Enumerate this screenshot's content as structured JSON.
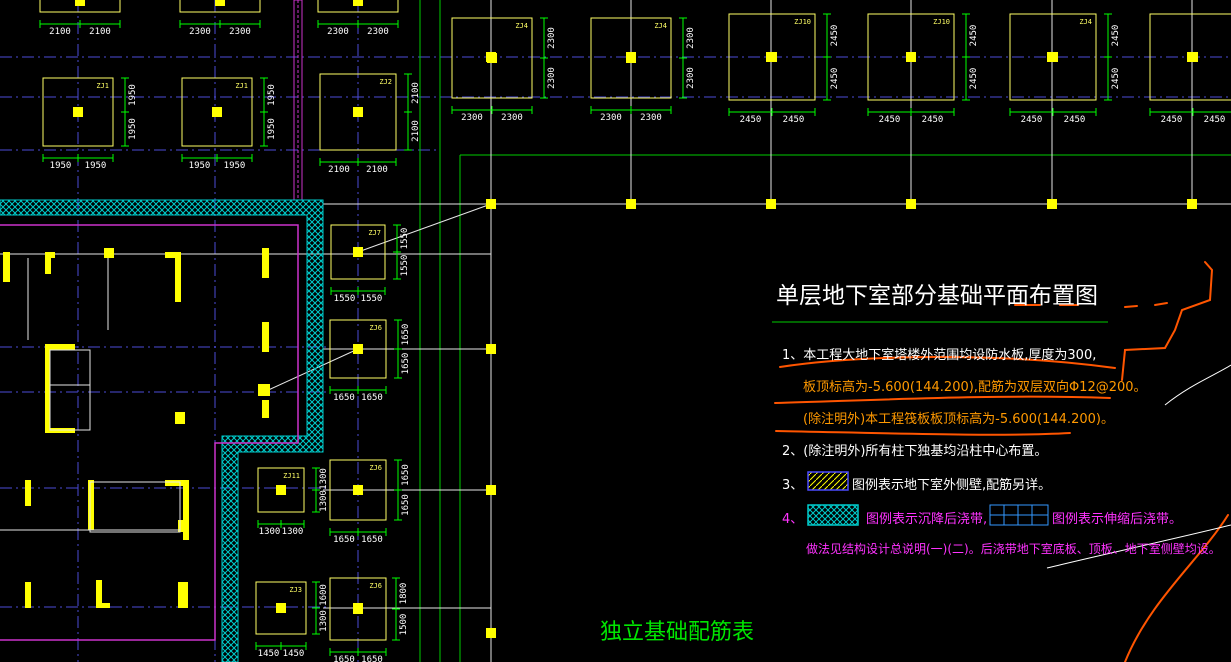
{
  "drawing": {
    "title": "单层地下室部分基础平面布置图",
    "subtitle": "独立基础配筋表",
    "notes": {
      "n1": "1、本工程大地下室塔楼外范围均设防水板,厚度为300,",
      "n1a": "板顶标高为-5.600(144.200),配筋为双层双向Φ12@200。",
      "n1b": "(除注明外)本工程筏板板顶标高为-5.600(144.200)。",
      "n2": "2、(除注明外)所有柱下独基均沿柱中心布置。",
      "n3_num": "3、",
      "n3": "图例表示地下室外侧壁,配筋另详。",
      "n4_num": "4、",
      "n4a": "图例表示沉降后浇带,",
      "n4b": "图例表示伸缩后浇带。",
      "n4c": "做法见结构设计总说明(一)(二)。后浇带地下室底板、顶板、地下室侧壁均设。"
    }
  },
  "footings": [
    {
      "id": "top-1",
      "tag": "",
      "dims": [
        "2100",
        "2100"
      ]
    },
    {
      "id": "top-2",
      "tag": "",
      "dims": [
        "2300",
        "2300"
      ]
    },
    {
      "id": "top-3",
      "tag": "",
      "dims": [
        "2300",
        "2300"
      ]
    },
    {
      "id": "ZJ1",
      "tag": "ZJ1",
      "dims": [
        "1950",
        "1950"
      ]
    },
    {
      "id": "ZJ1b",
      "tag": "ZJ1",
      "dims": [
        "1950",
        "1950"
      ]
    },
    {
      "id": "ZJ2",
      "tag": "ZJ2",
      "dims": [
        "2100",
        "2100"
      ]
    },
    {
      "id": "ZJ4a",
      "tag": "ZJ4",
      "dims": [
        "2300",
        "2300"
      ]
    },
    {
      "id": "ZJ4b",
      "tag": "ZJ4",
      "dims": [
        "2300",
        "2300"
      ]
    },
    {
      "id": "ZJ10",
      "tag": "ZJ10",
      "dims": [
        "2450",
        "2450"
      ]
    },
    {
      "id": "ZJ10b",
      "tag": "ZJ10",
      "dims": [
        "2450",
        "2450"
      ]
    },
    {
      "id": "ZJ4c",
      "tag": "ZJ4",
      "dims": [
        "2450",
        "2450"
      ]
    },
    {
      "id": "ZJ4d",
      "tag": "",
      "dims": [
        "2450",
        "2450"
      ]
    },
    {
      "id": "ZJ7",
      "tag": "ZJ7",
      "dims": [
        "1550",
        "1550"
      ]
    },
    {
      "id": "ZJ6a",
      "tag": "ZJ6",
      "dims": [
        "1650",
        "1650"
      ]
    },
    {
      "id": "ZJ11",
      "tag": "ZJ11",
      "dims": [
        "1300",
        "1300"
      ]
    },
    {
      "id": "ZJ6b",
      "tag": "ZJ6",
      "dims": [
        "1650",
        "1650"
      ]
    },
    {
      "id": "ZJ3",
      "tag": "ZJ3",
      "dims": [
        "1450",
        "1450"
      ]
    },
    {
      "id": "ZJ6c",
      "tag": "ZJ6",
      "dims": [
        "1650",
        "1650"
      ]
    },
    {
      "id": "ZJ6side",
      "tag": "",
      "dims": [
        "1800",
        "1500"
      ]
    },
    {
      "id": "ZJ3side",
      "tag": "",
      "dims": [
        "1600",
        "1300"
      ]
    }
  ],
  "colors": {
    "background": "#000000",
    "footing_outline": "#ffff66",
    "column": "#ffff00",
    "dimension": "#00ff00",
    "axis": "#5555ff",
    "wall_hatch": "#00cccc",
    "wall_line": "#cc33cc",
    "red_markup": "#ff5500",
    "grid_green": "#00cc00",
    "note_white": "#ffffff",
    "note_orange": "#ff9900",
    "note_magenta": "#ff33ff"
  }
}
